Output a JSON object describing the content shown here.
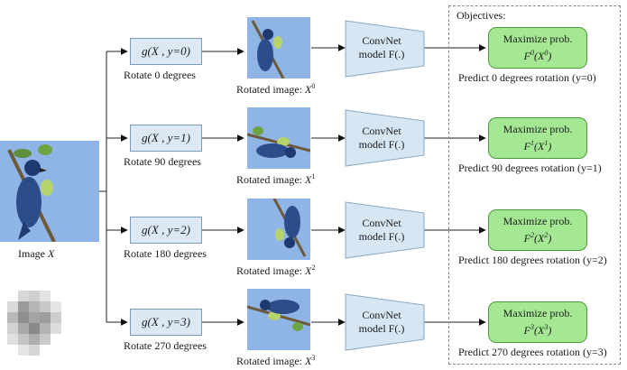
{
  "input": {
    "label": "Image ",
    "symbol": "X"
  },
  "objectives_title": "Objectives:",
  "rows": [
    {
      "g": "g(X , y=0)",
      "rotate": "Rotate 0 degrees",
      "rotated_label": "Rotated image: ",
      "rotated_sym": "X",
      "sup": "0",
      "convnet": [
        "ConvNet",
        "model F(.)"
      ],
      "obj_line1": "Maximize prob.",
      "obj_f": "F",
      "obj_arg": "X",
      "predict": "Predict 0 degrees rotation (y=0)"
    },
    {
      "g": "g(X , y=1)",
      "rotate": "Rotate 90 degrees",
      "rotated_label": "Rotated image: ",
      "rotated_sym": "X",
      "sup": "1",
      "convnet": [
        "ConvNet",
        "model F(.)"
      ],
      "obj_line1": "Maximize prob.",
      "obj_f": "F",
      "obj_arg": "X",
      "predict": "Predict 90 degrees rotation (y=1)"
    },
    {
      "g": "g(X , y=2)",
      "rotate": "Rotate 180 degrees",
      "rotated_label": "Rotated image: ",
      "rotated_sym": "X",
      "sup": "2",
      "convnet": [
        "ConvNet",
        "model F(.)"
      ],
      "obj_line1": "Maximize prob.",
      "obj_f": "F",
      "obj_arg": "X",
      "predict": "Predict 180 degrees rotation (y=2)"
    },
    {
      "g": "g(X , y=3)",
      "rotate": "Rotate 270 degrees",
      "rotated_label": "Rotated image: ",
      "rotated_sym": "X",
      "sup": "3",
      "convnet": [
        "ConvNet",
        "model F(.)"
      ],
      "obj_line1": "Maximize prob.",
      "obj_f": "F",
      "obj_arg": "X",
      "predict": "Predict 270 degrees rotation (y=3)"
    }
  ],
  "colors": {
    "g_box": "#dce9f4",
    "convnet": "#d6e6f3",
    "objective": "#a5e893",
    "photo_bg": "#8fb4e6",
    "bird": "#2c4d8a"
  }
}
